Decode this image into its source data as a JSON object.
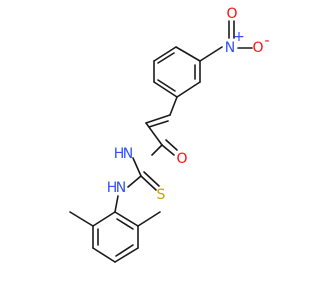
{
  "molecule": {
    "atom_labels": {
      "nitro_n": "N",
      "nitro_n_charge": "+",
      "nitro_o_top": "O",
      "nitro_o_right": "O",
      "nitro_o_charge": "-",
      "carbonyl_o": "O",
      "amide_nh": "N",
      "amide_h": "H",
      "thio_s": "S",
      "aniline_nh": "N",
      "aniline_h": "H"
    },
    "colors": {
      "bond": "#1a1a1a",
      "nitrogen": "#3050f8",
      "oxygen": "#ff0d0d",
      "sulfur": "#c8a000"
    }
  }
}
